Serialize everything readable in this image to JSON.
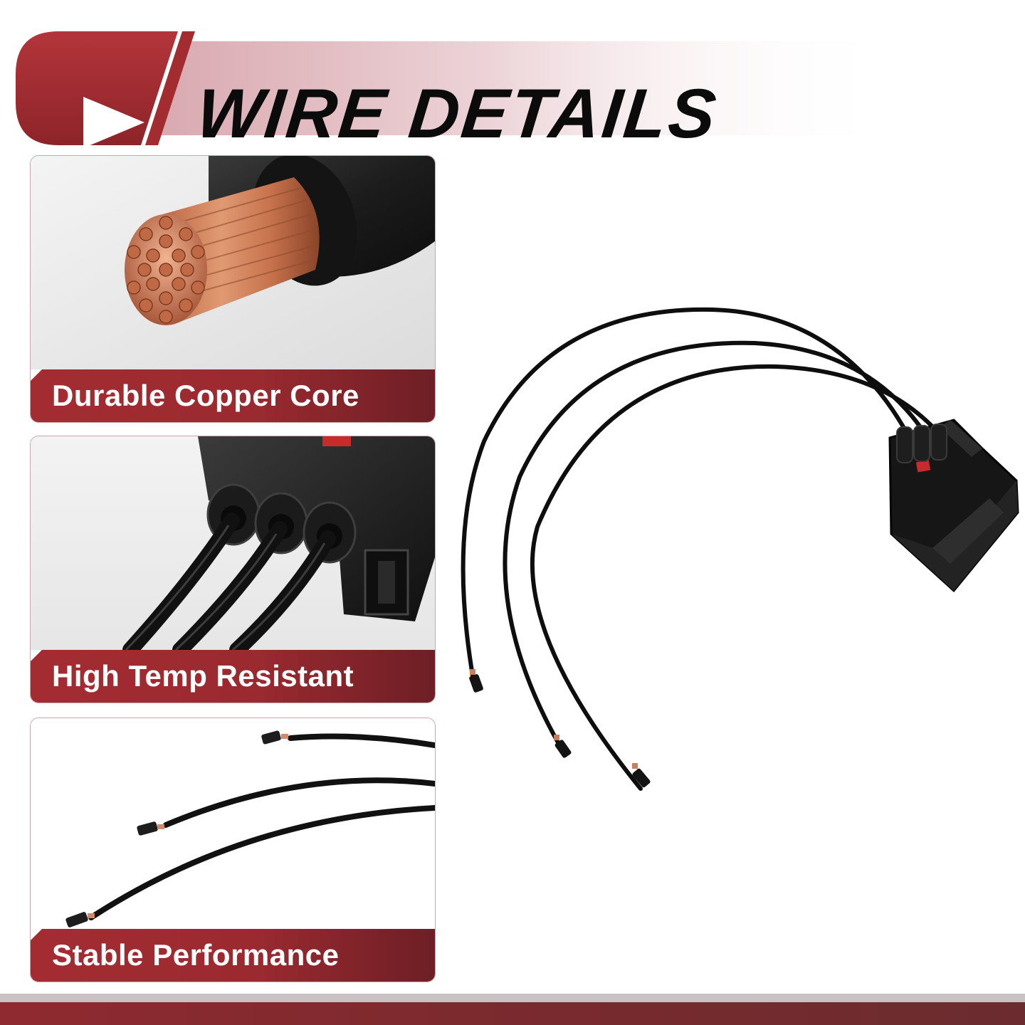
{
  "header": {
    "title": "WIRE DETAILS",
    "icon": "play-icon",
    "accent_color": "#a32c31"
  },
  "features": [
    {
      "label": "Durable Copper Core",
      "icon": "copper-core-photo"
    },
    {
      "label": "High Temp Resistant",
      "icon": "connector-closeup-photo"
    },
    {
      "label": "Stable Performance",
      "icon": "wire-ends-photo"
    }
  ],
  "product": {
    "icon": "three-wire-connector-pigtail"
  },
  "colors": {
    "label_bg": "#a32c31",
    "label_text": "#ffffff",
    "title_text": "#0b0b0b"
  }
}
